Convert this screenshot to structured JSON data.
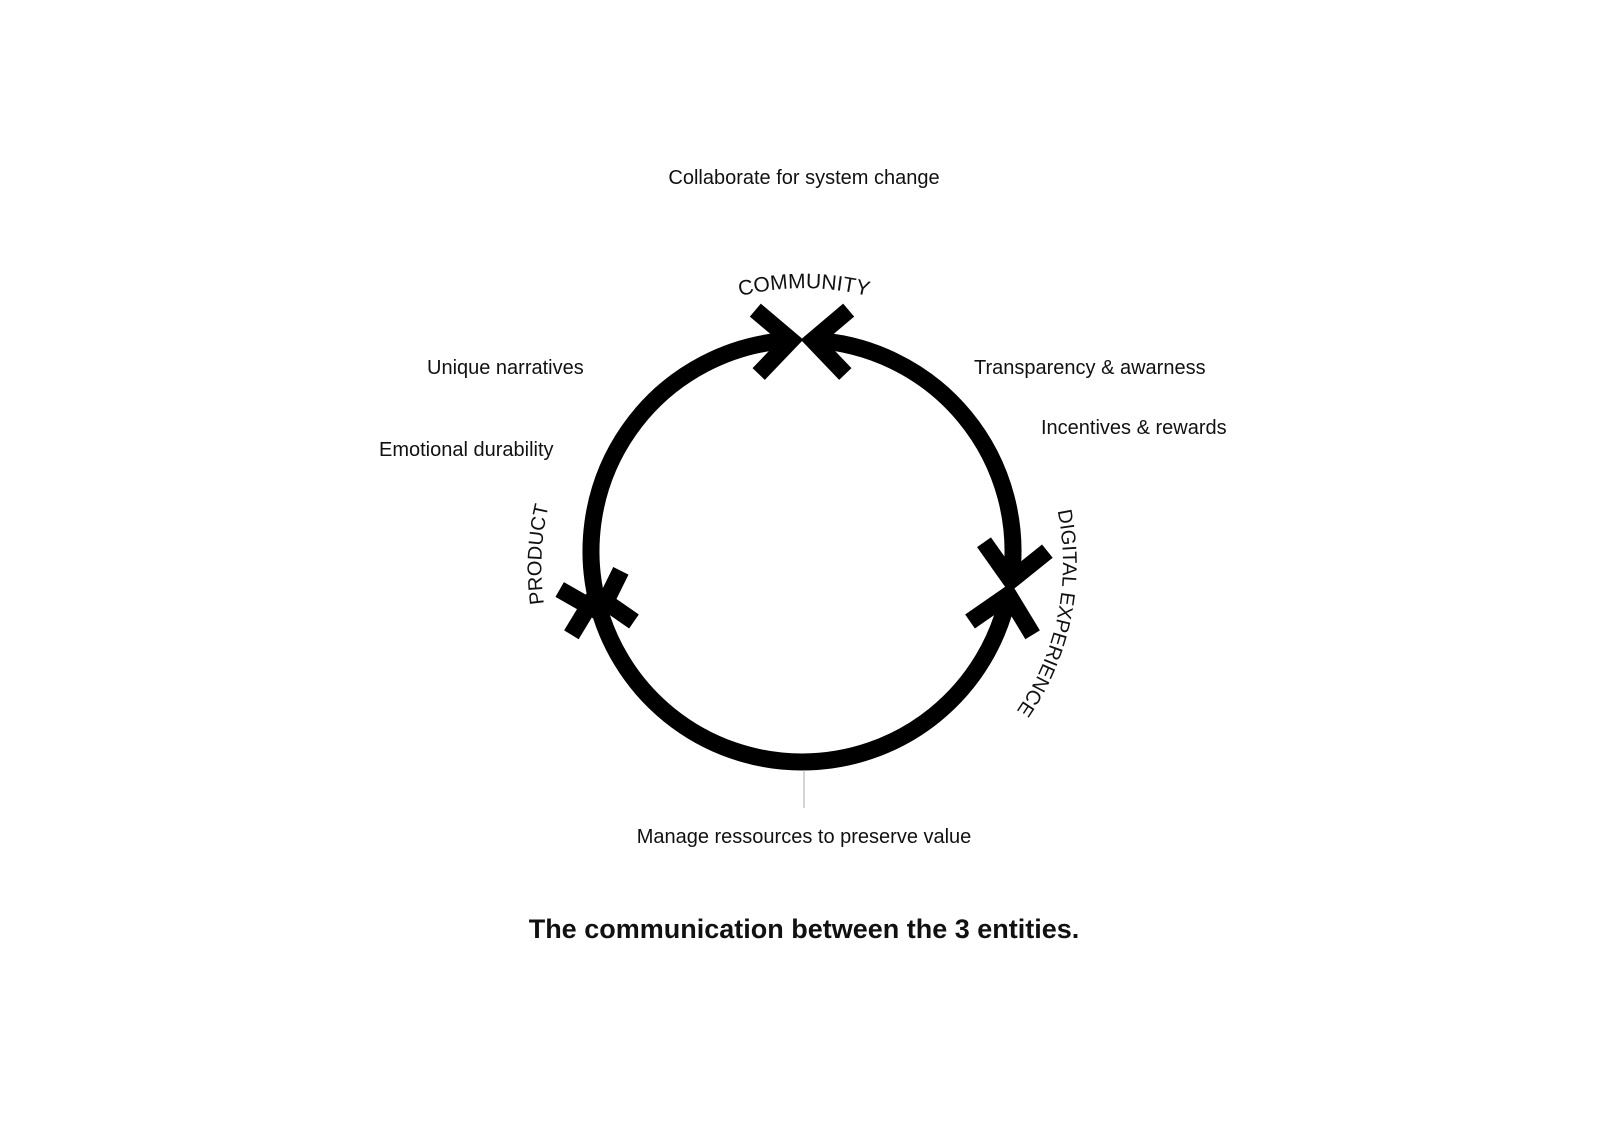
{
  "diagram": {
    "title": "The communication between the 3 entities.",
    "nodes": {
      "community": "COMMUNITY",
      "product": "PRODUCT",
      "digital": "DIGITAL EXPERIENCE"
    },
    "annotations": {
      "top": "Collaborate for system change",
      "left_1": "Unique narratives",
      "left_2": "Emotional durability",
      "right_1": "Transparency & awarness",
      "right_2": "Incentives & rewards",
      "bottom": "Manage ressources to preserve value"
    },
    "colors": {
      "stroke": "#000000",
      "text": "#111111"
    }
  }
}
